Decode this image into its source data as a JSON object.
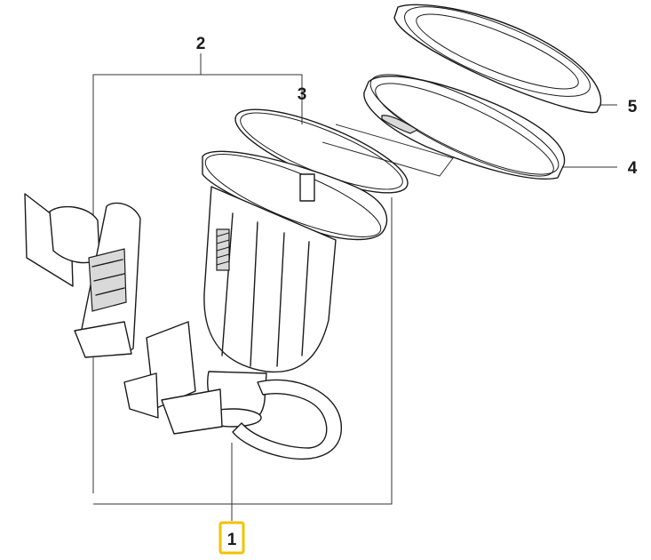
{
  "diagram": {
    "callouts": [
      {
        "id": "1",
        "label": "1",
        "highlighted": true
      },
      {
        "id": "2",
        "label": "2",
        "highlighted": false
      },
      {
        "id": "3",
        "label": "3",
        "highlighted": false
      },
      {
        "id": "4",
        "label": "4",
        "highlighted": false
      },
      {
        "id": "5",
        "label": "5",
        "highlighted": false
      }
    ],
    "highlight_color": "#f2c200",
    "line_color": "#1a1a1a"
  }
}
